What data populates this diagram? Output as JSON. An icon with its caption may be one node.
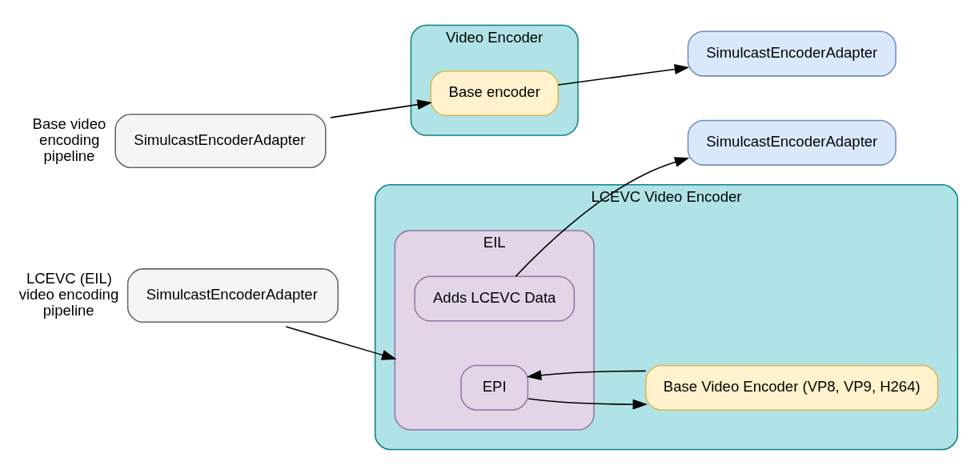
{
  "diagram": {
    "nodes": [
      {
        "text": [
          "SimulcastEncoderAdapter"
        ],
        "beside": [
          "Base video encoding pipeline"
        ]
      },
      {
        "text": [
          "Video Encoder"
        ]
      },
      {
        "text": [
          "Base encoder"
        ],
        "in": 1
      },
      {
        "text": [
          "SimulcastEncoderAdapter"
        ]
      },
      {
        "text": [
          "SimulcastEncoderAdapter"
        ],
        "beside": [
          "LCEVC (EIL) video encoding pipeline"
        ]
      },
      {
        "text": [
          "LCEVC Video Encoder"
        ]
      },
      {
        "text": [
          "EIL"
        ],
        "in": 5
      },
      {
        "text": [
          "EPI"
        ],
        "in": 6
      },
      {
        "text": [
          "Adds LCEVC Data"
        ],
        "in": 6
      },
      {
        "text": [
          "Base Video Encoder (VP8, VP9, H264)"
        ],
        "in": 5
      },
      {
        "text": [
          "SimulcastEncoderAdapter"
        ]
      }
    ],
    "edges": [
      {
        "from": 0,
        "to": 2,
        "arrow": "to"
      },
      {
        "from": 2,
        "to": 3,
        "arrow": "to"
      },
      {
        "from": 4,
        "to": 6,
        "arrow": "to"
      },
      {
        "from": 7,
        "to": 9,
        "arrow": "to"
      },
      {
        "from": 9,
        "to": 7,
        "arrow": "to"
      },
      {
        "from": 8,
        "to": 10,
        "arrow": "to"
      }
    ]
  }
}
